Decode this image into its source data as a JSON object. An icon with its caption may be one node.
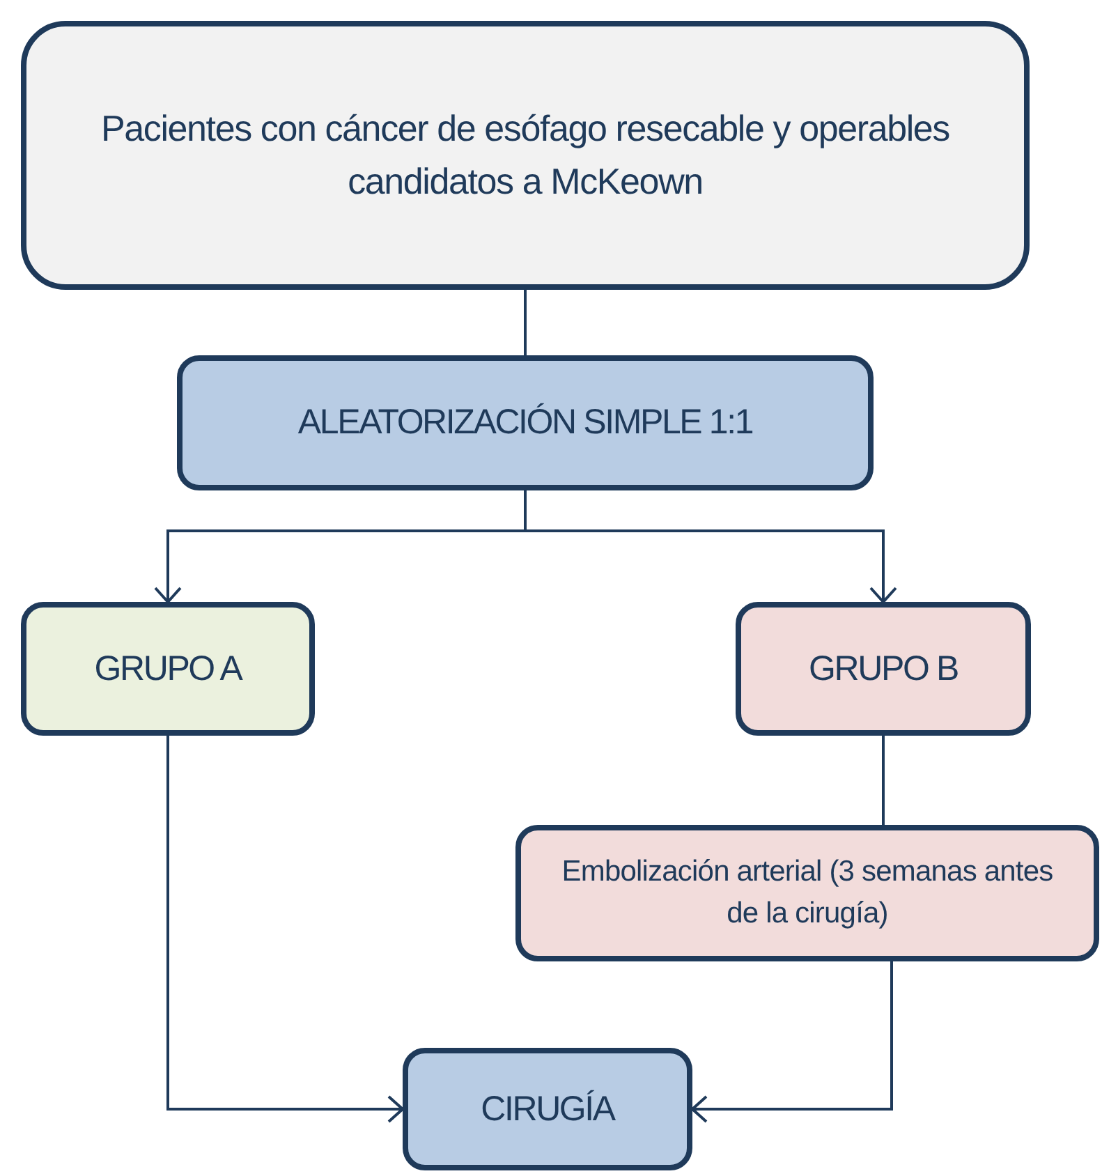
{
  "diagram": {
    "nodes": [
      {
        "text": [
          "Pacientes con cáncer de esófago resecable y operables candidatos a McKeown"
        ]
      },
      {
        "text": [
          "ALEATORIZACIÓN SIMPLE 1:1"
        ]
      },
      {
        "text": [
          "GRUPO A"
        ]
      },
      {
        "text": [
          "GRUPO B"
        ]
      },
      {
        "text": [
          "Embolización arterial (3 semanas antes de la cirugía)"
        ]
      },
      {
        "text": [
          "CIRUGÍA"
        ]
      }
    ],
    "edges": [
      {
        "from": 0,
        "to": 1,
        "arrow": "none"
      },
      {
        "from": 1,
        "to": 2,
        "arrow": "to"
      },
      {
        "from": 1,
        "to": 3,
        "arrow": "to"
      },
      {
        "from": 3,
        "to": 4,
        "arrow": "none"
      },
      {
        "from": 2,
        "to": 5,
        "arrow": "to"
      },
      {
        "from": 4,
        "to": 5,
        "arrow": "to"
      }
    ]
  }
}
